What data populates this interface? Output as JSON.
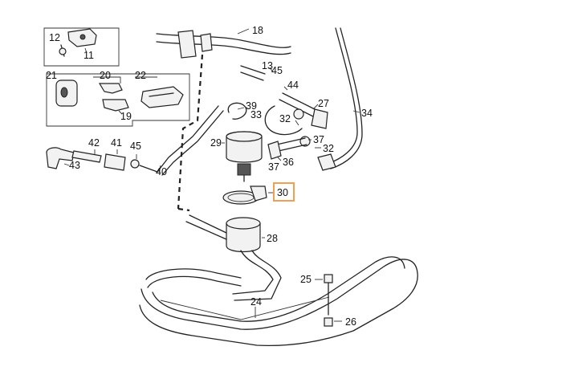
{
  "labels": {
    "l12": "12",
    "l11": "11",
    "l18": "18",
    "l13": "13",
    "l45a": "45",
    "l21": "21",
    "l20": "20",
    "l22": "22",
    "l19": "19",
    "l44": "44",
    "l39": "39",
    "l33": "33",
    "l27": "27",
    "l34": "34",
    "l32a": "32",
    "l29": "29",
    "l37a": "37",
    "l32b": "32",
    "l42": "42",
    "l41": "41",
    "l45b": "45",
    "l43": "43",
    "l40": "40",
    "l37b": "37",
    "l36": "36",
    "l30": "30",
    "l28": "28",
    "l25": "25",
    "l24": "24",
    "l26": "26"
  },
  "highlight": {
    "color": "#f0a050",
    "part": "30"
  }
}
